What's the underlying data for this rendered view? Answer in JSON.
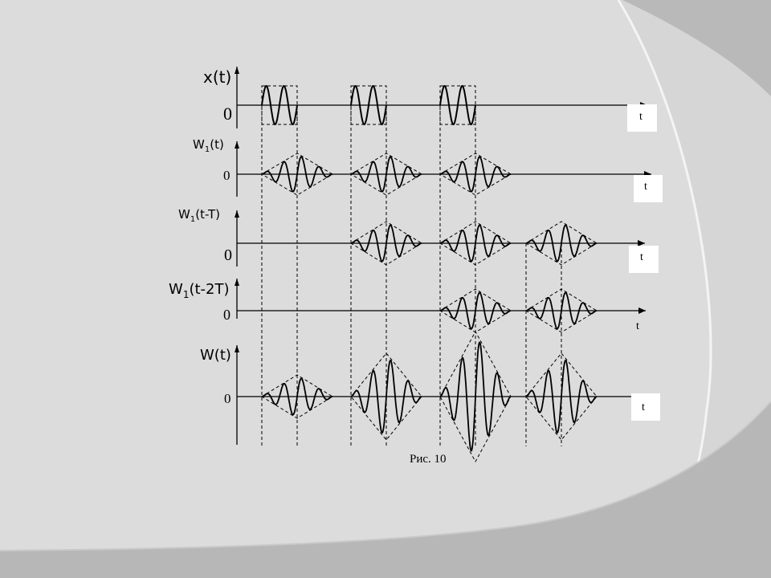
{
  "slide": {
    "colors": {
      "background": "#d6d6d6",
      "panel": "#dcdcdc",
      "panel_edge": "#f4f4f4",
      "band": "#b7b7b7",
      "box": "#ffffff",
      "ink": "#000000"
    }
  },
  "figure": {
    "caption": "Рис. 10",
    "rows": [
      {
        "id": "x",
        "name": "x(t)",
        "sub": "",
        "suffix": "",
        "zero": "0",
        "axis": "t",
        "shape": "rect",
        "pulses": [
          1,
          1,
          1,
          0
        ]
      },
      {
        "id": "w1",
        "name": "W",
        "sub": "1",
        "suffix": "(t)",
        "zero": "0",
        "axis": "t",
        "shape": "diamond",
        "pulses": [
          1,
          1,
          1,
          0
        ]
      },
      {
        "id": "w1t",
        "name": "W",
        "sub": "1",
        "suffix": "(t-T)",
        "zero": "0",
        "axis": "t",
        "shape": "diamond",
        "pulses": [
          0,
          1,
          1,
          1
        ]
      },
      {
        "id": "w1t2",
        "name": "W",
        "sub": "1",
        "suffix": "(t-2T)",
        "zero": "0",
        "axis": "t",
        "shape": "diamond",
        "pulses": [
          0,
          0,
          1,
          1
        ]
      },
      {
        "id": "w",
        "name": "W(t)",
        "sub": "",
        "suffix": "",
        "zero": "0",
        "axis": "t",
        "shape": "diamond",
        "pulses": [
          1,
          2,
          3,
          2
        ]
      }
    ]
  }
}
